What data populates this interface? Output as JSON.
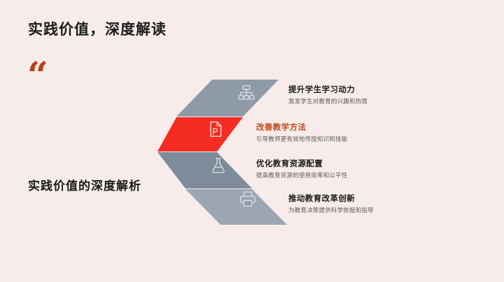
{
  "slide": {
    "title": "实践价值，深度解读",
    "quote_mark": "“",
    "left_subtitle": "实践价值的深度解析",
    "background_color": "#f7ece9"
  },
  "chevron": {
    "bands": [
      {
        "icon": "org-chart-icon",
        "color": "#8e9aa8"
      },
      {
        "icon": "presentation-file-icon",
        "color": "#f42c22"
      },
      {
        "icon": "flask-icon",
        "color": "#7e8b9b"
      },
      {
        "icon": "printer-icon",
        "color": "#9ba6b2"
      }
    ]
  },
  "items": [
    {
      "title": "提升学生学习动力",
      "desc": "激发学生对教育的兴趣和热情",
      "accent": false,
      "title_color": "#1b1b1b"
    },
    {
      "title": "改善教学方法",
      "desc": "引导教师更有效地传授知识和技能",
      "accent": true,
      "title_color": "#c0471b"
    },
    {
      "title": "优化教育资源配置",
      "desc": "提高教育资源的使用效率和公平性",
      "accent": false,
      "title_color": "#1b1b1b"
    },
    {
      "title": "推动教育改革创新",
      "desc": "为教育决策提供科学依据和指导",
      "accent": false,
      "title_color": "#1b1b1b"
    }
  ]
}
